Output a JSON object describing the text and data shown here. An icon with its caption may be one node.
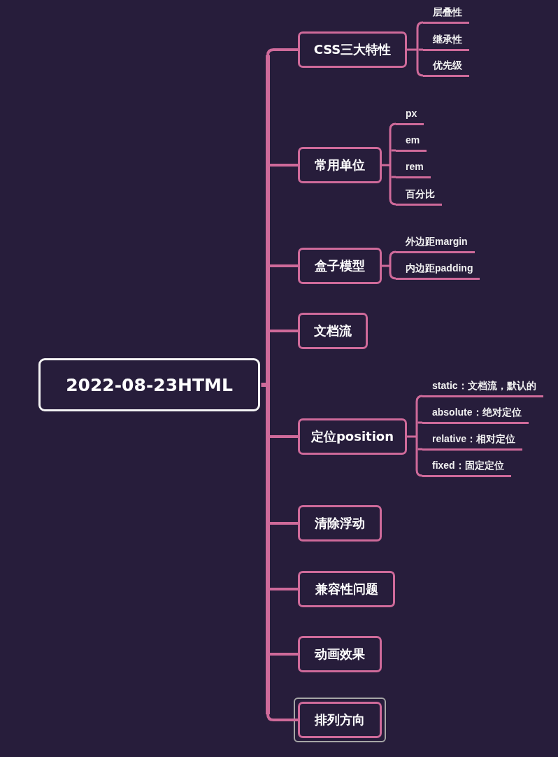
{
  "diagram": {
    "nodes": [
      {
        "text": [
          "2022-08-23HTML"
        ]
      },
      {
        "text": [
          "CSS三大特性"
        ]
      },
      {
        "text": [
          "层叠性"
        ]
      },
      {
        "text": [
          "继承性"
        ]
      },
      {
        "text": [
          "优先级"
        ]
      },
      {
        "text": [
          "常用单位"
        ]
      },
      {
        "text": [
          "px"
        ]
      },
      {
        "text": [
          "em"
        ]
      },
      {
        "text": [
          "rem"
        ]
      },
      {
        "text": [
          "百分比"
        ]
      },
      {
        "text": [
          "盒子模型"
        ]
      },
      {
        "text": [
          "外边距margin"
        ]
      },
      {
        "text": [
          "内边距padding"
        ]
      },
      {
        "text": [
          "文档流"
        ]
      },
      {
        "text": [
          "定位position"
        ]
      },
      {
        "text": [
          "static：文档流，默认的"
        ]
      },
      {
        "text": [
          "absolute：绝对定位"
        ]
      },
      {
        "text": [
          "relative：相对定位"
        ]
      },
      {
        "text": [
          "fixed：固定定位"
        ]
      },
      {
        "text": [
          "清除浮动"
        ]
      },
      {
        "text": [
          "兼容性问题"
        ]
      },
      {
        "text": [
          "动画效果"
        ]
      },
      {
        "text": [
          "排列方向"
        ]
      }
    ],
    "edges": [
      {
        "from": 0,
        "to": 1,
        "arrow": "none",
        "style": "thick"
      },
      {
        "from": 1,
        "to": 2,
        "arrow": "none"
      },
      {
        "from": 1,
        "to": 3,
        "arrow": "none"
      },
      {
        "from": 1,
        "to": 4,
        "arrow": "none"
      },
      {
        "from": 0,
        "to": 5,
        "arrow": "none",
        "style": "thick"
      },
      {
        "from": 5,
        "to": 6,
        "arrow": "none"
      },
      {
        "from": 5,
        "to": 7,
        "arrow": "none"
      },
      {
        "from": 5,
        "to": 8,
        "arrow": "none"
      },
      {
        "from": 5,
        "to": 9,
        "arrow": "none"
      },
      {
        "from": 0,
        "to": 10,
        "arrow": "none",
        "style": "thick"
      },
      {
        "from": 10,
        "to": 11,
        "arrow": "none"
      },
      {
        "from": 10,
        "to": 12,
        "arrow": "none"
      },
      {
        "from": 0,
        "to": 13,
        "arrow": "none",
        "style": "thick"
      },
      {
        "from": 0,
        "to": 14,
        "arrow": "none",
        "style": "thick"
      },
      {
        "from": 14,
        "to": 15,
        "arrow": "none"
      },
      {
        "from": 14,
        "to": 16,
        "arrow": "none"
      },
      {
        "from": 14,
        "to": 17,
        "arrow": "none"
      },
      {
        "from": 14,
        "to": 18,
        "arrow": "none"
      },
      {
        "from": 0,
        "to": 19,
        "arrow": "none",
        "style": "thick"
      },
      {
        "from": 0,
        "to": 20,
        "arrow": "none",
        "style": "thick"
      },
      {
        "from": 0,
        "to": 21,
        "arrow": "none",
        "style": "thick"
      },
      {
        "from": 0,
        "to": 22,
        "arrow": "none",
        "style": "thick"
      }
    ]
  }
}
